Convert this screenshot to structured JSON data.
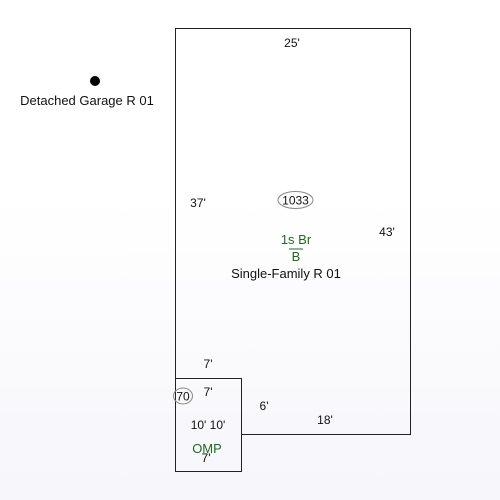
{
  "garage": {
    "label": "Detached Garage R 01"
  },
  "main_building": {
    "top_dim": "25'",
    "left_dim": "37'",
    "right_dim": "43'",
    "bottom_dim": "18'",
    "notch_dim": "6'",
    "area": "1033",
    "story": "1s Br",
    "basement": "B",
    "label": "Single-Family R 01"
  },
  "porch": {
    "top_outside_dim": "7'",
    "top_inside_dim": "7'",
    "area": "70",
    "side_dims": "10' 10'",
    "label": "OMP",
    "bottom_dim": "7'"
  }
}
